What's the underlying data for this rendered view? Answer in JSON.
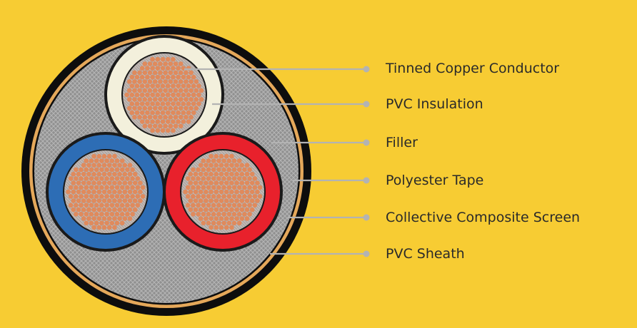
{
  "colors": {
    "background": "#f7cc33",
    "sheath": "#0d0d0d",
    "tape": "#e5a85a",
    "filler": "#8f8f8f",
    "copper": "#e08a5c",
    "insulation_white": "#f3f0dc",
    "insulation_blue": "#2d6db5",
    "insulation_red": "#e8212c",
    "leader_line": "#b3b3b3"
  },
  "labels": [
    {
      "text": "Tinned Copper Conductor",
      "points_to": "white-core-conductor"
    },
    {
      "text": "PVC Insulation",
      "points_to": "white-core-insulation"
    },
    {
      "text": "Filler",
      "points_to": "filler"
    },
    {
      "text": "Polyester Tape",
      "points_to": "filler-edge"
    },
    {
      "text": "Collective Composite Screen",
      "points_to": "tape-ring"
    },
    {
      "text": "PVC Sheath",
      "points_to": "outer-sheath"
    }
  ]
}
